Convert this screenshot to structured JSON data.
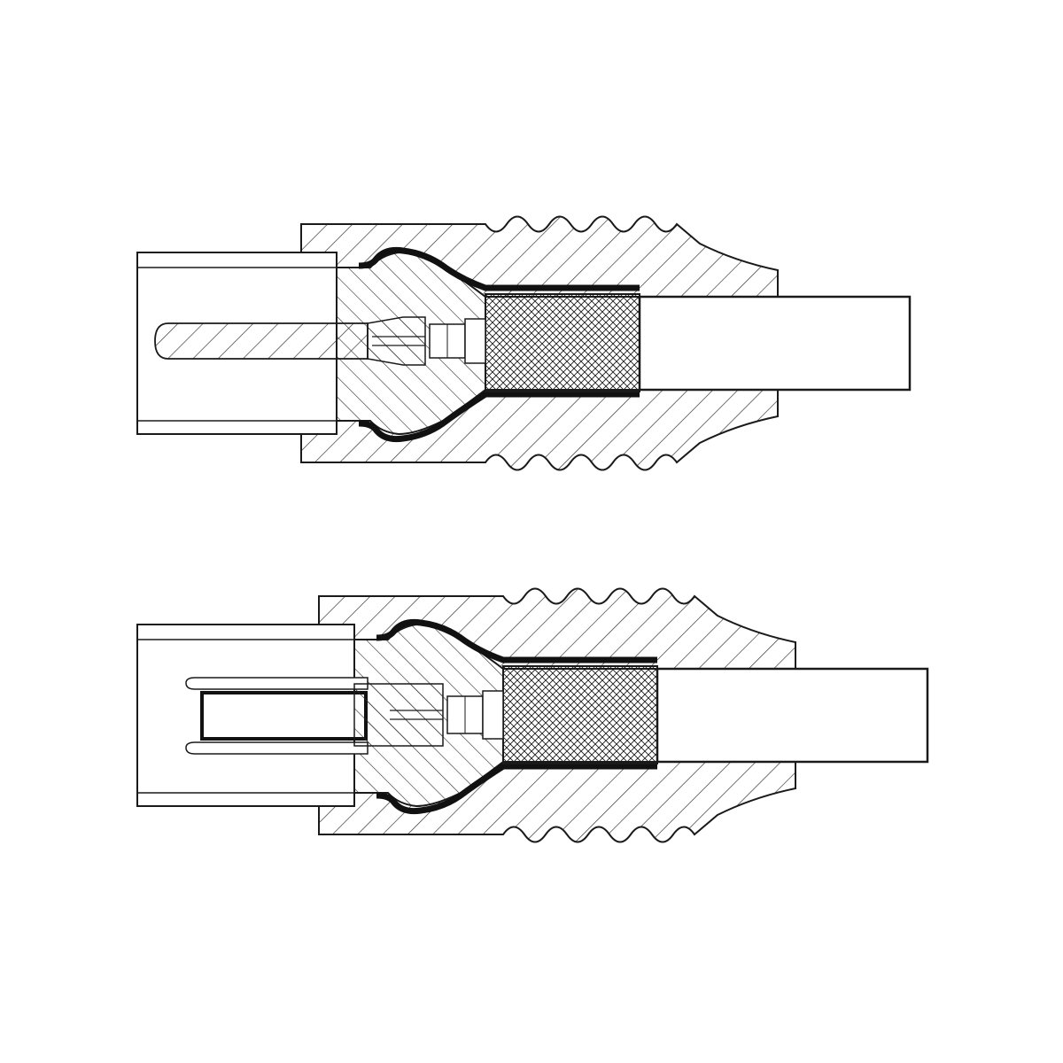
{
  "diagram": {
    "labels": [],
    "components": [
      {
        "id": "male-plug",
        "parts": [
          "pin",
          "dielectric",
          "braid",
          "cable-jacket",
          "housing",
          "ribbed-boot"
        ]
      },
      {
        "id": "female-plug",
        "parts": [
          "socket",
          "dielectric",
          "braid",
          "cable-jacket",
          "housing",
          "ribbed-boot"
        ]
      }
    ]
  },
  "colors": {
    "background": "#ffffff",
    "outline": "#1a1a1a",
    "hatch": "#2b2b2b"
  }
}
